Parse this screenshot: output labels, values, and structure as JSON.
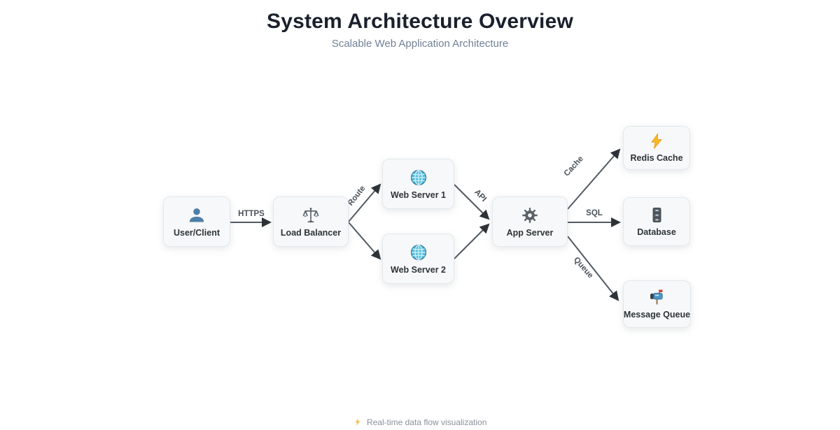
{
  "header": {
    "title": "System Architecture Overview",
    "subtitle": "Scalable Web Application Architecture"
  },
  "nodes": [
    {
      "id": "user-client",
      "label": "User/Client",
      "icon": "user-icon"
    },
    {
      "id": "load-balancer",
      "label": "Load Balancer",
      "icon": "balance-scale-icon"
    },
    {
      "id": "web-server-1",
      "label": "Web Server 1",
      "icon": "globe-icon"
    },
    {
      "id": "web-server-2",
      "label": "Web Server 2",
      "icon": "globe-icon"
    },
    {
      "id": "app-server",
      "label": "App Server",
      "icon": "gear-icon"
    },
    {
      "id": "redis-cache",
      "label": "Redis Cache",
      "icon": "lightning-icon"
    },
    {
      "id": "database",
      "label": "Database",
      "icon": "file-cabinet-icon"
    },
    {
      "id": "message-queue",
      "label": "Message Queue",
      "icon": "mailbox-icon"
    }
  ],
  "edges": [
    {
      "from": "user-client",
      "to": "load-balancer",
      "label": "HTTPS"
    },
    {
      "from": "load-balancer",
      "to": "web-server-1",
      "label": "Route"
    },
    {
      "from": "load-balancer",
      "to": "web-server-2",
      "label": ""
    },
    {
      "from": "web-server-1",
      "to": "app-server",
      "label": "API"
    },
    {
      "from": "web-server-2",
      "to": "app-server",
      "label": ""
    },
    {
      "from": "app-server",
      "to": "redis-cache",
      "label": "Cache"
    },
    {
      "from": "app-server",
      "to": "database",
      "label": "SQL"
    },
    {
      "from": "app-server",
      "to": "message-queue",
      "label": "Queue"
    }
  ],
  "footer": {
    "icon": "lightning-icon",
    "note": "Real-time data flow visualization"
  },
  "colors": {
    "title_text": "#1a202c",
    "subtitle_text": "#718096",
    "node_bg": "#f7f8f9",
    "node_border": "#e4e8ec",
    "node_label": "#2d3436",
    "edge_line": "#515a63",
    "edge_label": "#4a5259",
    "user_blue": "#4e7fa8",
    "globe_cyan": "#55bfdc",
    "bolt_yellow": "#f7b921",
    "flag_red": "#c9352b",
    "mailbox_blue": "#4b94c4"
  }
}
